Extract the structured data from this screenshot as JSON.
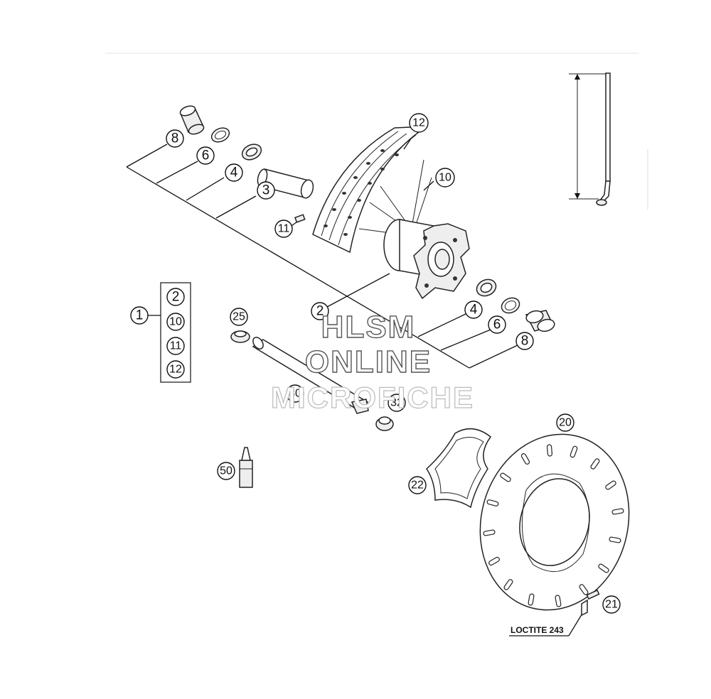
{
  "callouts": {
    "c1": "1",
    "c2a": "2",
    "c2b": "2",
    "c3": "3",
    "c4a": "4",
    "c4b": "4",
    "c6a": "6",
    "c6b": "6",
    "c8a": "8",
    "c8b": "8",
    "c10a": "10",
    "c10b": "10",
    "c11a": "11",
    "c11b": "11",
    "c12a": "12",
    "c12b": "12",
    "c20": "20",
    "c21": "21",
    "c22": "22",
    "c25": "25",
    "c30": "30",
    "c32": "32",
    "c50": "50"
  },
  "label_loctite": "LOCTITE 243",
  "watermark": {
    "line1": "HLSM",
    "line2": "ONLINE",
    "line3": "MICROFICHE"
  }
}
